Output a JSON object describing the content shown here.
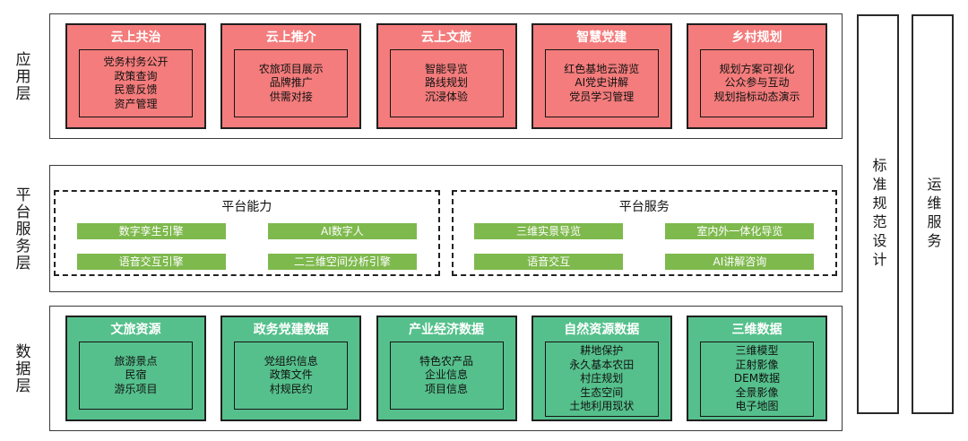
{
  "diagram": {
    "layers": {
      "app": {
        "label": "应用层",
        "cards": [
          {
            "title": "云上共治",
            "items": [
              "党务村务公开",
              "政策查询",
              "民意反馈",
              "资产管理"
            ]
          },
          {
            "title": "云上推介",
            "items": [
              "农旅项目展示",
              "品牌推广",
              "供需对接"
            ]
          },
          {
            "title": "云上文旅",
            "items": [
              "智能导览",
              "路线规划",
              "沉浸体验"
            ]
          },
          {
            "title": "智慧党建",
            "items": [
              "红色基地云游览",
              "AI党史讲解",
              "党员学习管理"
            ]
          },
          {
            "title": "乡村规划",
            "items": [
              "规划方案可视化",
              "公众参与互动",
              "规划指标动态演示"
            ]
          }
        ]
      },
      "platform": {
        "label": "平台服务层",
        "groups": [
          {
            "title": "平台能力",
            "pills": [
              "数字孪生引擎",
              "AI数字人",
              "语音交互引擎",
              "二三维空间分析引擎"
            ]
          },
          {
            "title": "平台服务",
            "pills": [
              "三维实景导览",
              "室内外一体化导览",
              "语音交互",
              "AI讲解咨询"
            ]
          }
        ]
      },
      "data": {
        "label": "数据层",
        "cards": [
          {
            "title": "文旅资源",
            "items": [
              "旅游景点",
              "民宿",
              "游乐项目"
            ]
          },
          {
            "title": "政务党建数据",
            "items": [
              "党组织信息",
              "政策文件",
              "村规民约"
            ]
          },
          {
            "title": "产业经济数据",
            "items": [
              "特色农产品",
              "企业信息",
              "项目信息"
            ]
          },
          {
            "title": "自然资源数据",
            "items": [
              "耕地保护",
              "永久基本农田",
              "村庄规划",
              "生态空间",
              "土地利用现状"
            ]
          },
          {
            "title": "三维数据",
            "items": [
              "三维模型",
              "正射影像",
              "DEM数据",
              "全景影像",
              "电子地图"
            ]
          }
        ]
      }
    },
    "sidebars": [
      {
        "label": "标准规范设计"
      },
      {
        "label": "运维服务"
      }
    ],
    "colors": {
      "app_card": "#F47C7C",
      "data_card": "#55C08C",
      "pill": "#7EB94D"
    }
  }
}
